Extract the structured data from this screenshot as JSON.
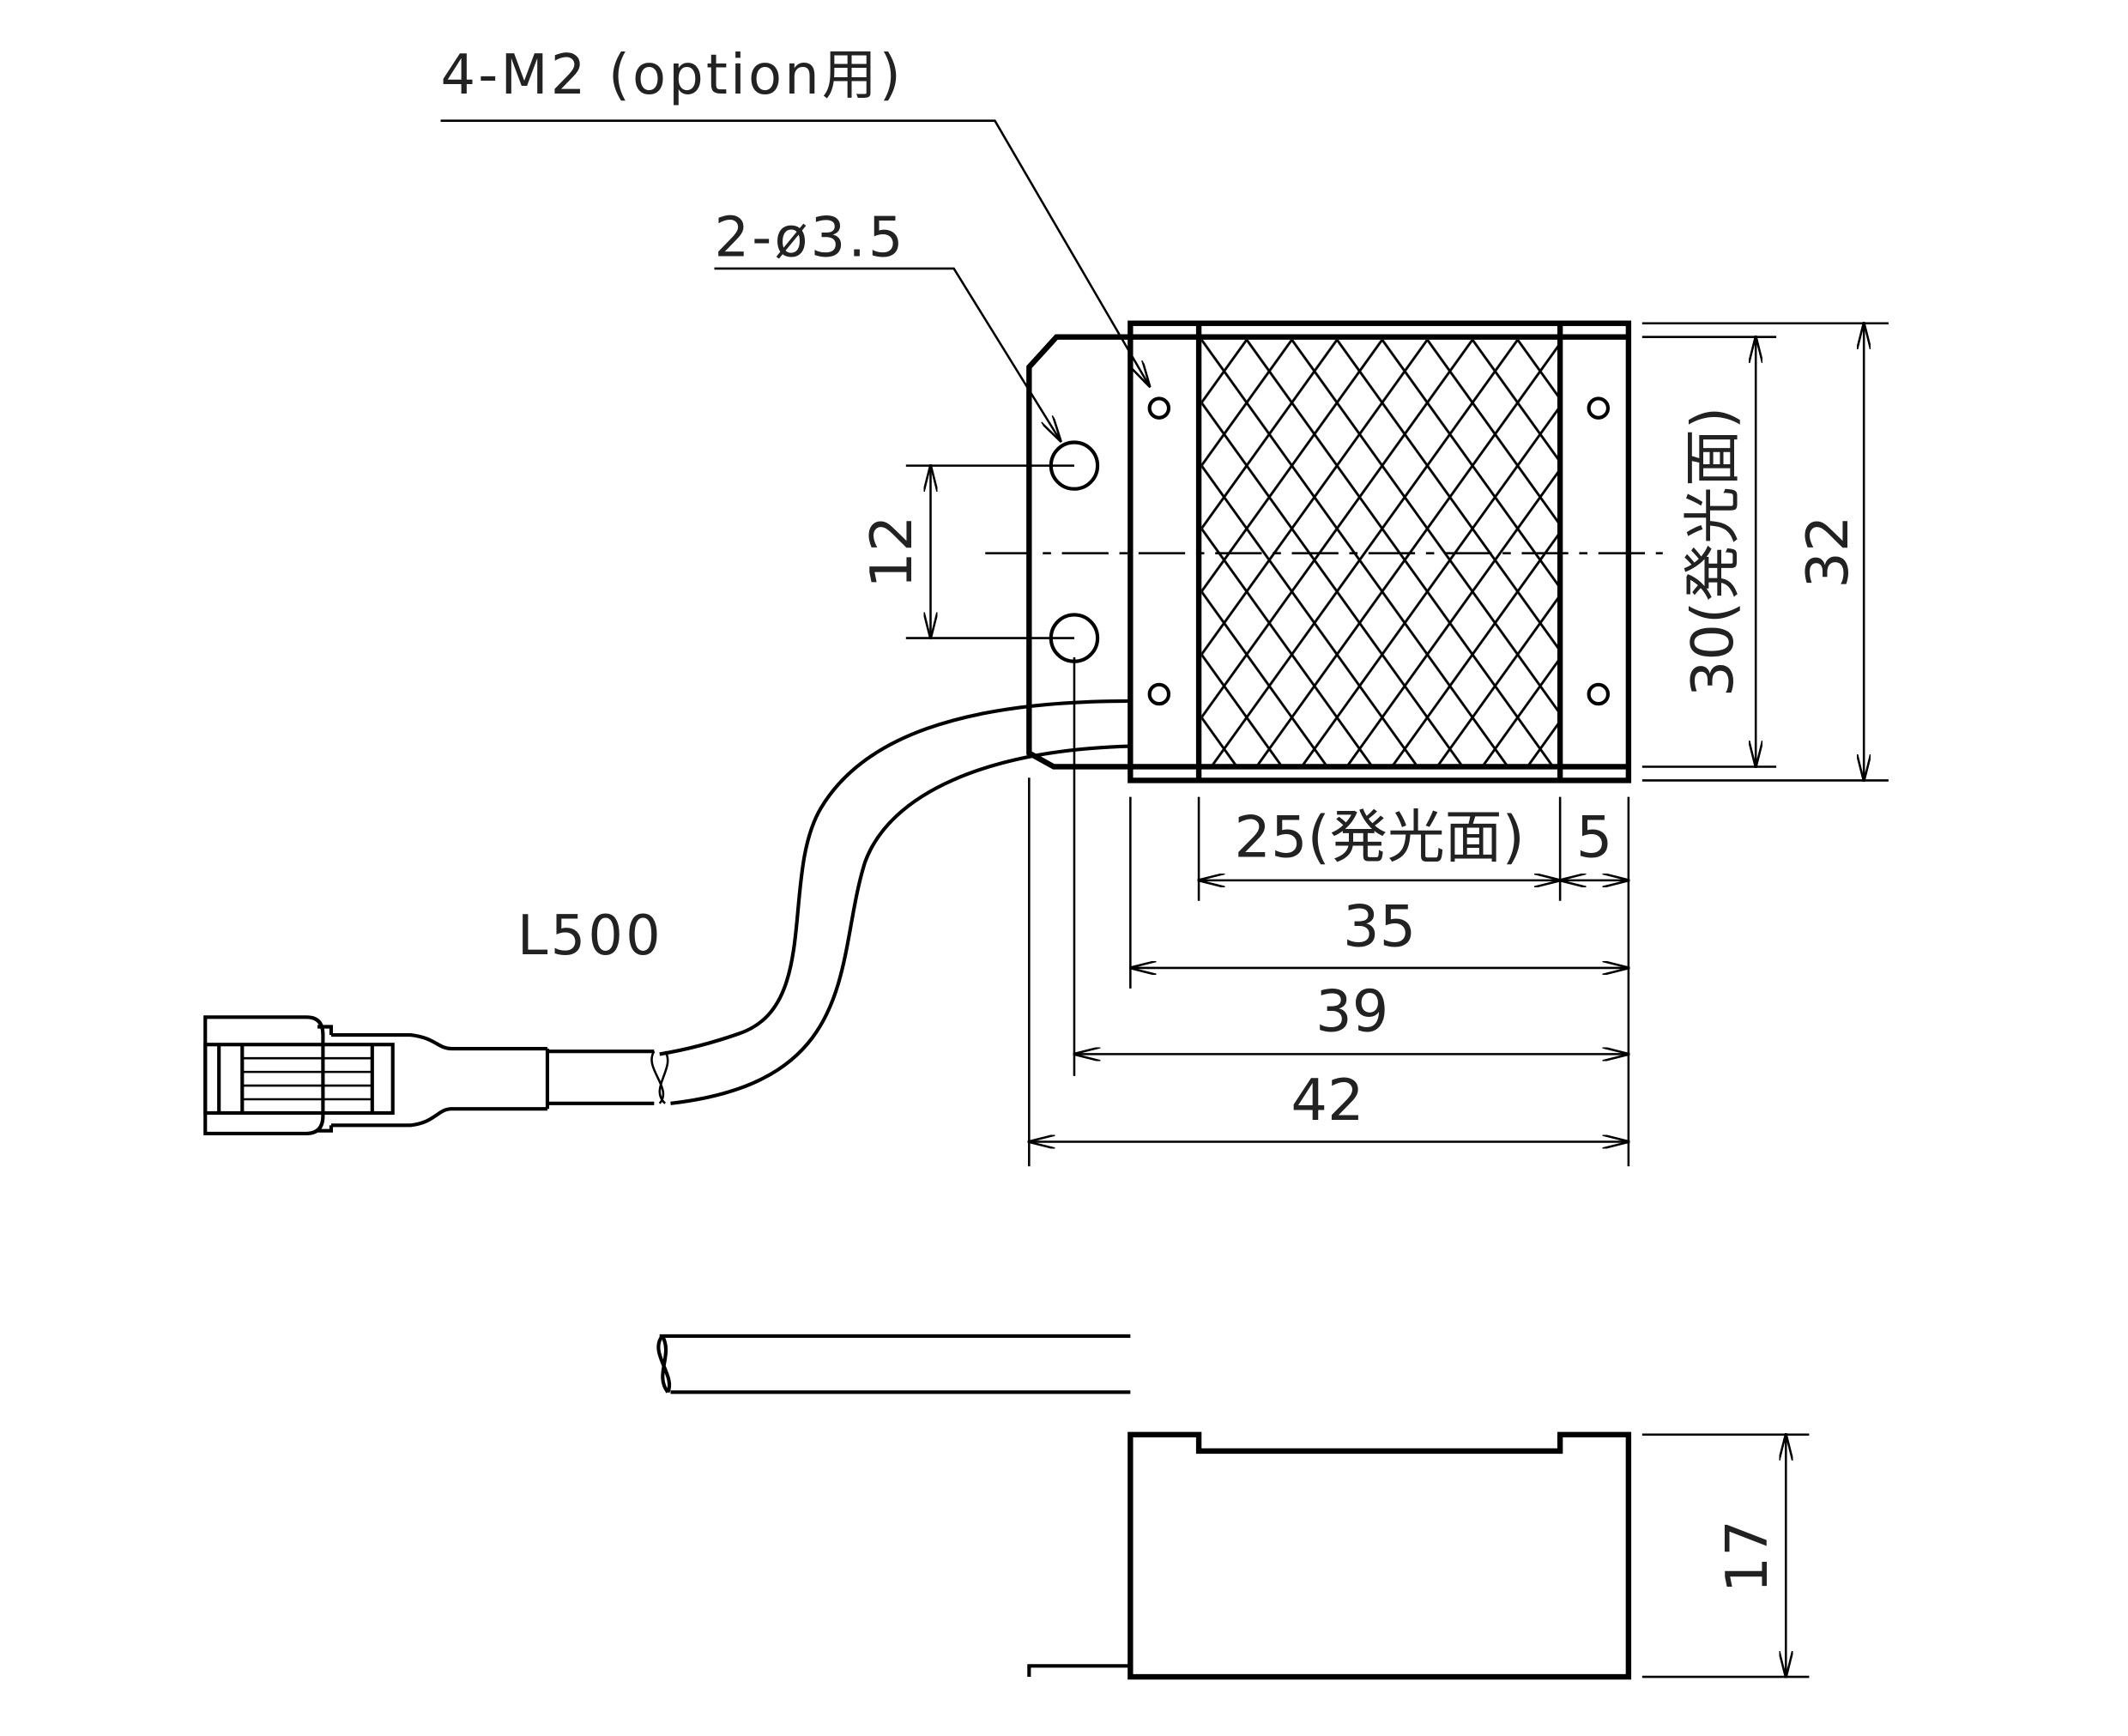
{
  "labels": {
    "mount_screw": "4-M2 (option用)",
    "mount_hole": "2-ø3.5",
    "cable_length": "L500",
    "hole_pitch": "12",
    "emit_height": "30(発光面)",
    "body_height": "32",
    "emit_width": "25(発光面)",
    "side_margin": "5",
    "width_35": "35",
    "width_39": "39",
    "width_42": "42",
    "thickness": "17"
  },
  "colors": {
    "line": "#000000",
    "background": "#ffffff"
  }
}
